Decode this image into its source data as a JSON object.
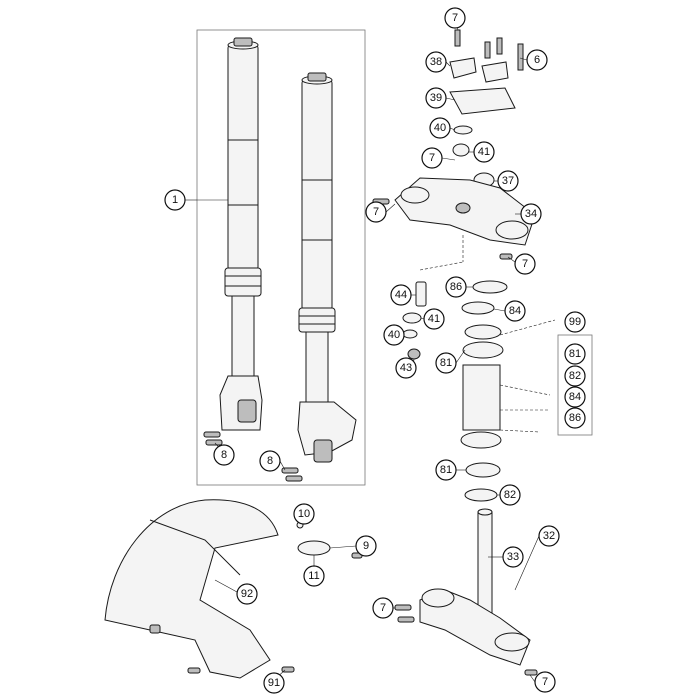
{
  "callouts": {
    "c1": "1",
    "c7a": "7",
    "c38": "38",
    "c6": "6",
    "c39": "39",
    "c40a": "40",
    "c7b": "7",
    "c41a": "41",
    "c37": "37",
    "c7c": "7",
    "c34": "34",
    "c7d": "7",
    "c86": "86",
    "c44": "44",
    "c84": "84",
    "c41b": "41",
    "c40b": "40",
    "c43": "43",
    "c81a": "81",
    "c81b": "81",
    "c82": "82",
    "c99": "99",
    "k81": "81",
    "k82": "82",
    "k84": "84",
    "k86": "86",
    "c8a": "8",
    "c8b": "8",
    "c10": "10",
    "c9": "9",
    "c11": "11",
    "c32": "32",
    "c33": "33",
    "c92": "92",
    "c7e": "7",
    "c7f": "7",
    "c91": "91"
  }
}
